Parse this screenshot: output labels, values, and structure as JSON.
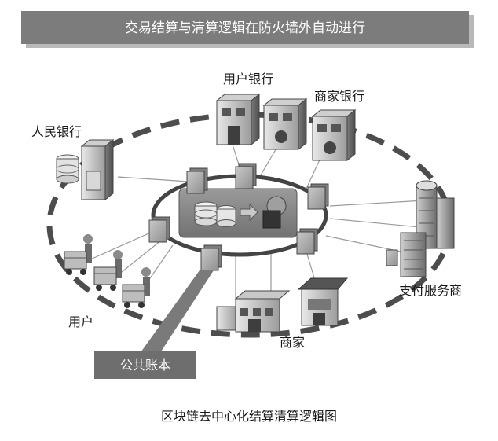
{
  "banner": {
    "text": "交易结算与清算逻辑在防火墙外自动进行"
  },
  "labels": {
    "user_bank": "用户银行",
    "merchant_bank": "商家银行",
    "central_bank": "人民银行",
    "payment_provider": "支付服务商",
    "users": "用户",
    "merchants": "商家"
  },
  "callout": {
    "text": "公共账本"
  },
  "caption": "区块链去中心化结算清算逻辑图",
  "colors": {
    "banner_fill": "#7c7c7c",
    "banner_shadow": "#b9b9b9",
    "ring_dash": "#4d4d4d",
    "inner_ring": "#444444",
    "ledger_box": "#8a8a8a",
    "callout_fill": "#6e6e6e",
    "line": "#9a9a9a"
  },
  "icons": {
    "ledger_nodes": "document-stack-icon",
    "database": "database-icon",
    "transaction_arrow": "arrow-right-icon",
    "bank": "bank-building-icon",
    "skyscraper": "office-tower-icon",
    "shopping_cart": "shopping-cart-icon",
    "shop": "shop-building-icon"
  }
}
